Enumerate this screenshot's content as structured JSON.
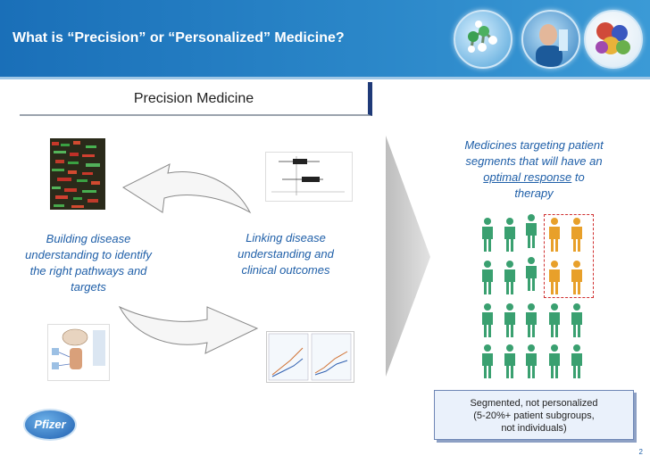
{
  "header": {
    "title": "What is “Precision” or “Personalized”  Medicine?"
  },
  "section": {
    "title": "Precision Medicine"
  },
  "cycle": {
    "left_caption": "Building disease understanding to identify the right pathways and targets",
    "right_caption": "Linking disease understanding and clinical outcomes"
  },
  "outcome": {
    "line1": "Medicines targeting patient",
    "line2": "segments that will have an",
    "emph": "optimal response",
    "after": "to",
    "line4": "therapy"
  },
  "summary": {
    "line1": "Segmented, not personalized",
    "line2": "(5-20%+ patient subgroups,",
    "line3": "not individuals)"
  },
  "page_number": "2",
  "logo_text": "Pfizer",
  "colors": {
    "header_blue": "#1a6fb8",
    "text_blue": "#1f5fa8",
    "green_person": "#3aa070",
    "orange_person": "#e8a02a"
  }
}
